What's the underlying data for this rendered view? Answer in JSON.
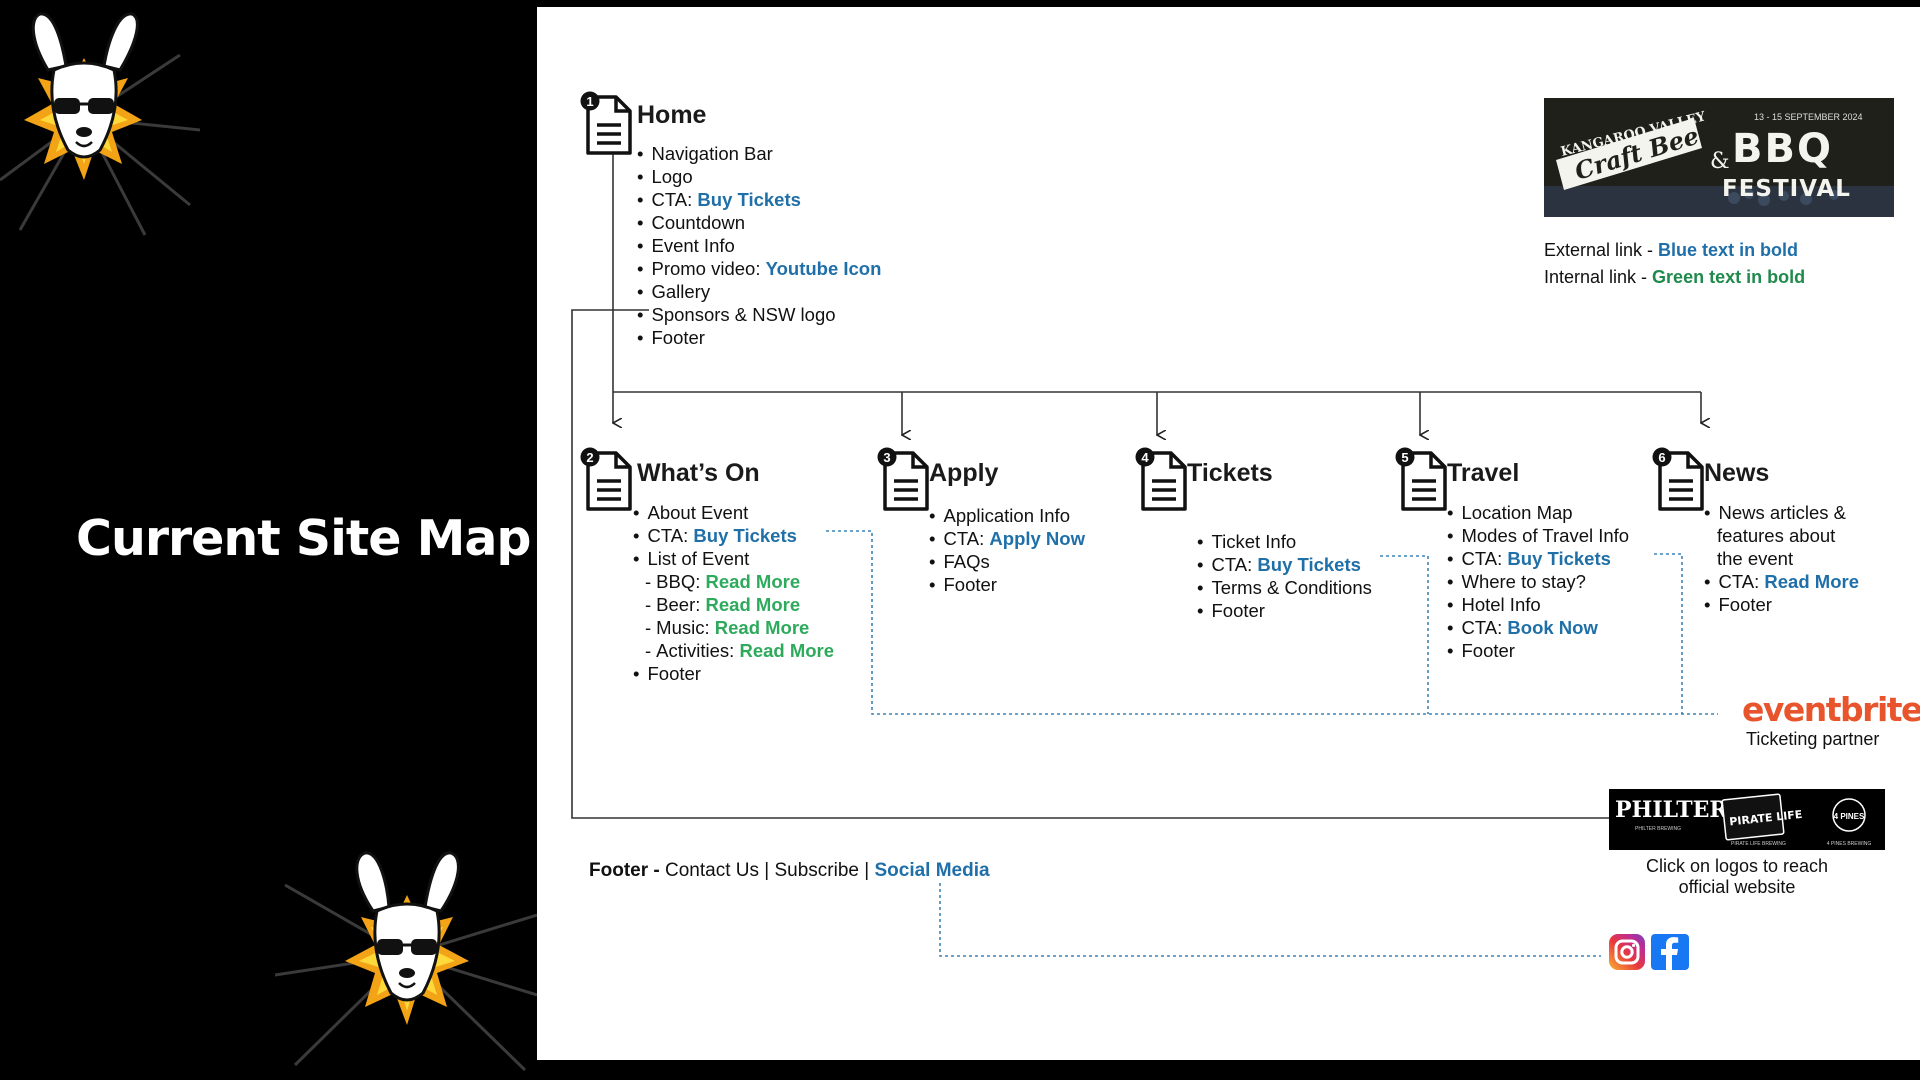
{
  "slide": {
    "title": "Current Site Map"
  },
  "sections": {
    "home": {
      "number": "1",
      "title": "Home",
      "items": [
        {
          "text": "Navigation Bar"
        },
        {
          "text": "Logo"
        },
        {
          "text": "CTA:",
          "link": "Buy Tickets",
          "link_type": "ext"
        },
        {
          "text": "Countdown"
        },
        {
          "text": "Event Info"
        },
        {
          "text": "Promo video:",
          "link": "Youtube Icon",
          "link_type": "ext"
        },
        {
          "text": "Gallery"
        },
        {
          "text": "Sponsors & NSW logo"
        },
        {
          "text": "Footer"
        }
      ]
    },
    "whats_on": {
      "number": "2",
      "title": "What’s On",
      "items": [
        {
          "text": "About Event"
        },
        {
          "text": "CTA:",
          "link": "Buy Tickets",
          "link_type": "ext"
        },
        {
          "text": "List of Event"
        },
        {
          "text": "BBQ:",
          "link": "Read More",
          "link_type": "int",
          "sub": true
        },
        {
          "text": "Beer:",
          "link": "Read More",
          "link_type": "int",
          "sub": true
        },
        {
          "text": "Music:",
          "link": "Read More",
          "link_type": "int",
          "sub": true
        },
        {
          "text": "Activities:",
          "link": "Read More",
          "link_type": "int",
          "sub": true
        },
        {
          "text": "Footer"
        }
      ]
    },
    "apply": {
      "number": "3",
      "title": "Apply",
      "items": [
        {
          "text": "Application Info"
        },
        {
          "text": "CTA:",
          "link": "Apply Now",
          "link_type": "ext"
        },
        {
          "text": "FAQs"
        },
        {
          "text": "Footer"
        }
      ]
    },
    "tickets": {
      "number": "4",
      "title": "Tickets",
      "items": [
        {
          "text": "Ticket Info"
        },
        {
          "text": "CTA:",
          "link": "Buy Tickets",
          "link_type": "ext"
        },
        {
          "text": "Terms & Conditions"
        },
        {
          "text": "Footer"
        }
      ]
    },
    "travel": {
      "number": "5",
      "title": "Travel",
      "items": [
        {
          "text": "Location Map"
        },
        {
          "text": "Modes of Travel Info"
        },
        {
          "text": "CTA:",
          "link": "Buy Tickets",
          "link_type": "ext"
        },
        {
          "text": "Where to stay?"
        },
        {
          "text": "Hotel Info"
        },
        {
          "text": "CTA:",
          "link": "Book Now",
          "link_type": "ext"
        },
        {
          "text": "Footer"
        }
      ]
    },
    "news": {
      "number": "6",
      "title": "News",
      "items": [
        {
          "text": "News articles &"
        },
        {
          "text": "features about",
          "cont": true
        },
        {
          "text": "the event",
          "cont": true
        },
        {
          "text": "CTA:",
          "link": "Read More",
          "link_type": "ext"
        },
        {
          "text": "Footer"
        }
      ]
    }
  },
  "festival_logo": {
    "line1": "KANGAROO VALLEY",
    "line2": "Craft Beer",
    "amp": "&",
    "line3": "BBQ",
    "line4": "FESTIVAL",
    "dates": "13 - 15 SEPTEMBER 2024"
  },
  "legend": {
    "external_prefix": "External link - ",
    "external_label": "Blue text in bold",
    "internal_prefix": "Internal link - ",
    "internal_label": "Green text in bold"
  },
  "partner": {
    "name": "eventbrite",
    "caption": "Ticketing partner"
  },
  "sponsors": {
    "philter": "PHILTER",
    "philter_sub": "PHILTER BREWING",
    "pirate": "PIRATE LIFE",
    "pirate_sub": "PIRATE LIFE BREWING",
    "fourpines": "4 PINES",
    "fourpines_sub": "4 PINES BREWING",
    "caption_line1": "Click on logos to reach",
    "caption_line2": "official website"
  },
  "footer": {
    "label": "Footer -",
    "contact": "Contact Us",
    "sep": "|",
    "subscribe": "Subscribe",
    "social": "Social Media"
  },
  "social_icons": [
    "instagram-icon",
    "facebook-icon"
  ],
  "colors": {
    "external_link": "#1f6fa8",
    "internal_link": "#2eaa5c",
    "eventbrite": "#e8542b",
    "canvas_bg": "#ffffff",
    "panel_bg": "#000000"
  }
}
